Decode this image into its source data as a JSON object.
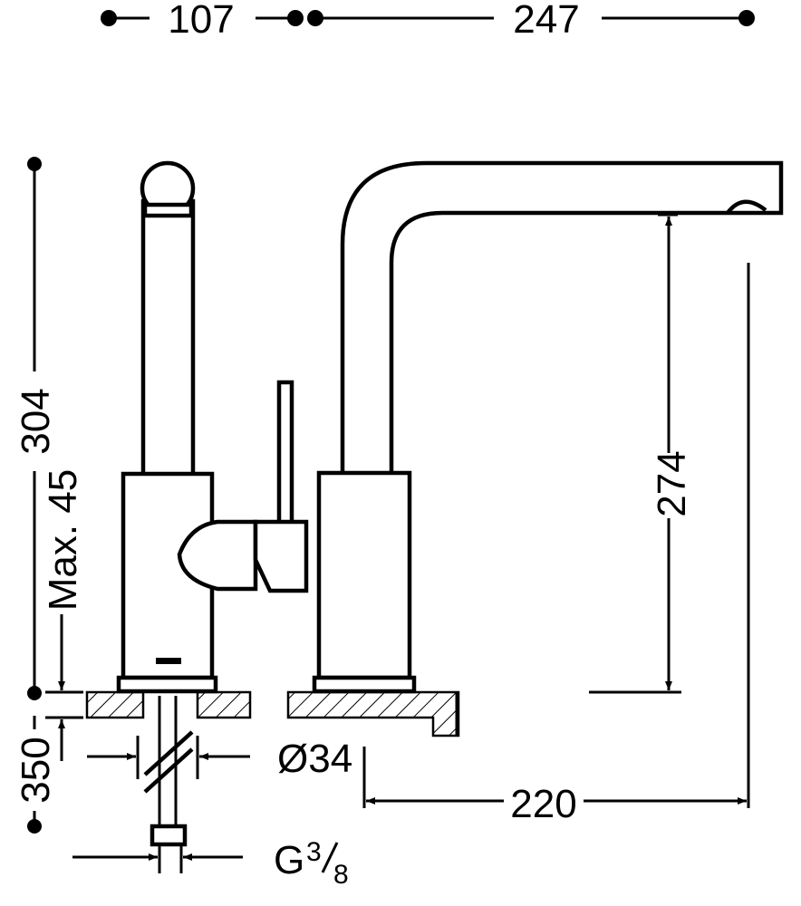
{
  "dimensions": {
    "top_left_width": "107",
    "top_right_width": "247",
    "total_height": "304",
    "max_deck": "Max. 45",
    "spout_height": "274",
    "under_length": "350",
    "base_diameter": "Ø34",
    "spout_reach": "220",
    "connection_main": "G",
    "connection_sup": "3",
    "connection_sub": "8"
  }
}
